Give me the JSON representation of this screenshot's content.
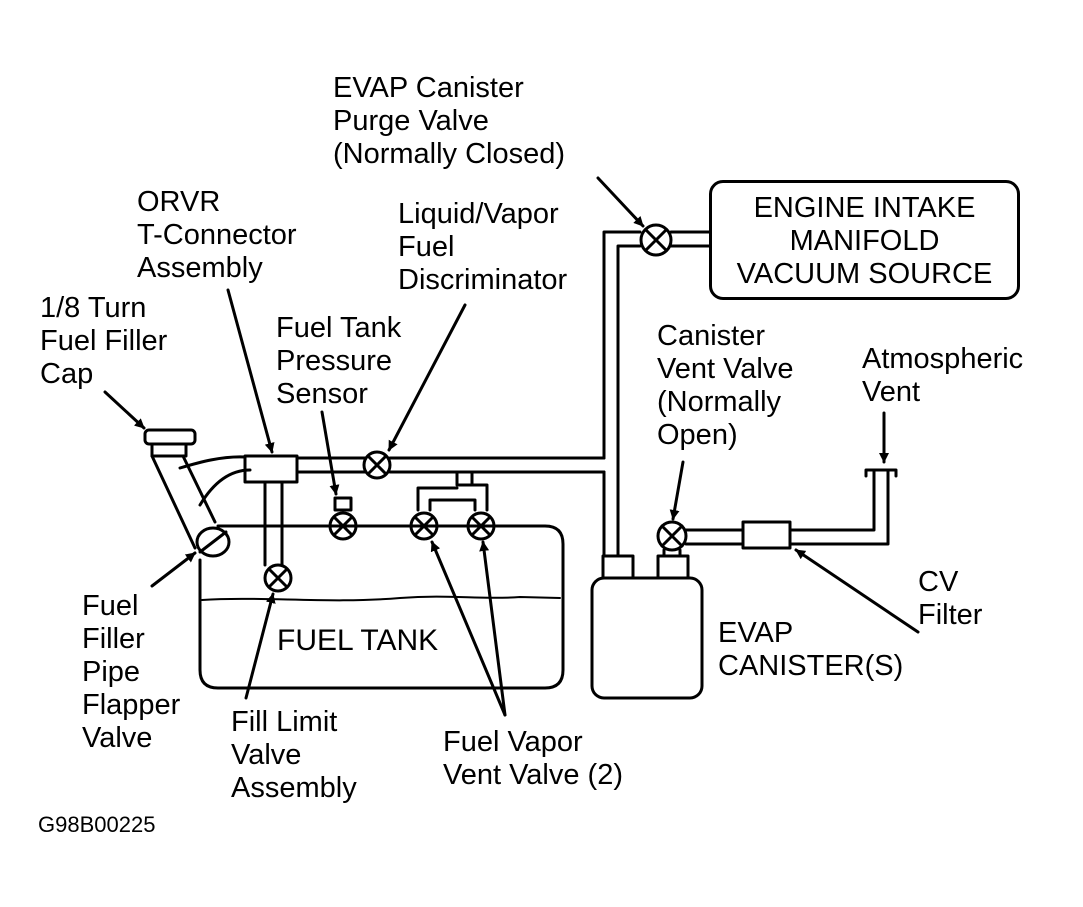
{
  "labels": {
    "purge_valve": [
      "EVAP Canister",
      "Purge Valve",
      "(Normally Closed)"
    ],
    "orvr": [
      "ORVR",
      "T-Connector",
      "Assembly"
    ],
    "discriminator": [
      "Liquid/Vapor",
      "Fuel",
      "Discriminator"
    ],
    "filler_cap": [
      "1/8 Turn",
      "Fuel Filler",
      "Cap"
    ],
    "pressure_sensor": [
      "Fuel Tank",
      "Pressure",
      "Sensor"
    ],
    "canister_vent_valve": [
      "Canister",
      "Vent Valve",
      "(Normally",
      "Open)"
    ],
    "atmospheric_vent": [
      "Atmospheric",
      "Vent"
    ],
    "cv_filter": [
      "CV",
      "Filter"
    ],
    "evap_canister": [
      "EVAP",
      "CANISTER(S)"
    ],
    "flapper_valve": [
      "Fuel",
      "Filler",
      "Pipe",
      "Flapper",
      "Valve"
    ],
    "fill_limit_valve": [
      "Fill Limit",
      "Valve",
      "Assembly"
    ],
    "vapor_vent_valve": [
      "Fuel Vapor",
      "Vent Valve (2)"
    ],
    "engine_box": [
      "ENGINE INTAKE",
      "MANIFOLD",
      "VACUUM SOURCE"
    ],
    "fuel_tank": "FUEL TANK",
    "figure_code": "G98B00225"
  }
}
